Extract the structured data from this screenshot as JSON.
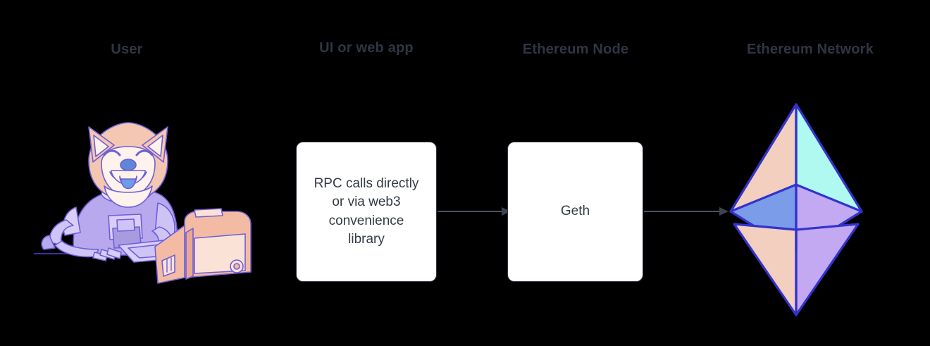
{
  "diagram": {
    "title_color": "#2f3542",
    "background_color": "#000000",
    "columns": [
      {
        "id": "user",
        "label": "User"
      },
      {
        "id": "webapp",
        "label": "UI or web app"
      },
      {
        "id": "node",
        "label": "Ethereum Node"
      },
      {
        "id": "network",
        "label": "Ethereum Network"
      }
    ],
    "nodes": [
      {
        "id": "webapp-box",
        "kind": "process-box",
        "text": "RPC calls directly\nor via web3\nconvenience\nlibrary",
        "fill": "#ffffff",
        "stroke": "#2f3542",
        "text_color": "#343b46"
      },
      {
        "id": "geth-box",
        "kind": "process-box",
        "text": "Geth",
        "fill": "#ffffff",
        "stroke": "#2f3542",
        "text_color": "#343b46"
      }
    ],
    "edges": [
      {
        "id": "edge-webapp-to-geth",
        "from": "webapp-box",
        "to": "geth-box",
        "style": "solid-arrow",
        "color": "#4a5160"
      },
      {
        "id": "edge-geth-to-network",
        "from": "geth-box",
        "to": "eth-logo",
        "style": "solid-arrow",
        "color": "#4a5160"
      }
    ],
    "graphics": {
      "ethereum_logo": {
        "name": "ethereum-diamond-logo",
        "outline": "#3333cc",
        "top_left_face": "#f2cfbe",
        "top_right_face": "#aff9f0",
        "mid_left_face": "#7b9ce8",
        "mid_right_face": "#c3a9f2",
        "bottom_left_face": "#f2cfbe",
        "bottom_right_face": "#c3a9f2"
      },
      "user_illustration": {
        "name": "shiba-inu-astronaut-at-computer",
        "fur": "#f3c7b2",
        "fur_light": "#fdf2ec",
        "suit": "#b8a8ee",
        "suit_light": "#d8cef8",
        "outline": "#6f5fd6",
        "tongue": "#6f9ae8",
        "nose": "#5f86d8",
        "computer_body": "#f3bba4",
        "computer_light": "#fbe2d6",
        "desk_line": "#3b2f9e"
      }
    }
  }
}
